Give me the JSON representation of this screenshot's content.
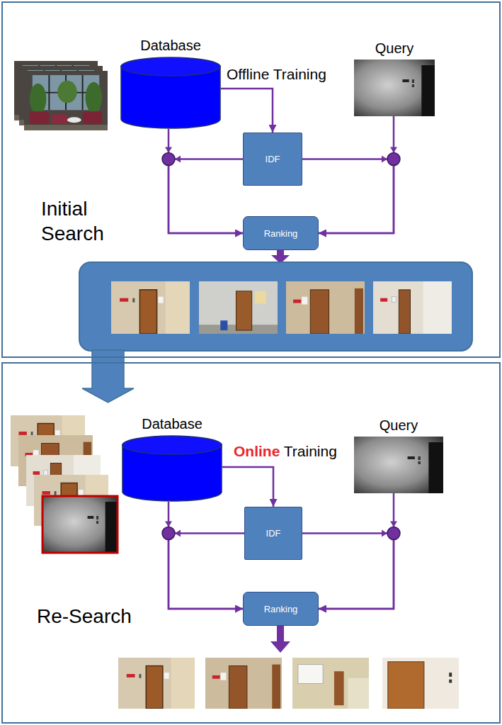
{
  "diagram": {
    "nodes": [
      {
        "text": [
          "Initial Search"
        ]
      },
      {
        "text": [
          "Database"
        ],
        "in": 0
      },
      {
        "text": [
          "Query"
        ],
        "in": 0
      },
      {
        "text": [
          "IDF"
        ],
        "in": 0
      },
      {
        "text": [
          "Ranking"
        ],
        "in": 0
      },
      {
        "text": [
          "Re-Search"
        ]
      },
      {
        "text": [
          "Database"
        ],
        "in": 5
      },
      {
        "text": [
          "Query"
        ],
        "in": 5
      },
      {
        "text": [
          "IDF"
        ],
        "in": 5
      },
      {
        "text": [
          "Ranking"
        ],
        "in": 5
      }
    ],
    "edges": [
      {
        "from": 1,
        "to": 3,
        "label": "Offline Training",
        "arrow": "to"
      },
      {
        "from": 1,
        "to": 4,
        "arrow": "to"
      },
      {
        "from": 3,
        "to": 4,
        "arrow": "to"
      },
      {
        "from": 3,
        "to": 4,
        "arrow": "to"
      },
      {
        "from": 2,
        "to": 4,
        "arrow": "to"
      },
      {
        "from": 6,
        "to": 8,
        "label": "Online Training",
        "arrow": "to"
      },
      {
        "from": 6,
        "to": 9,
        "arrow": "to"
      },
      {
        "from": 8,
        "to": 9,
        "arrow": "to"
      },
      {
        "from": 8,
        "to": 9,
        "arrow": "to"
      },
      {
        "from": 7,
        "to": 9,
        "arrow": "to"
      }
    ]
  }
}
